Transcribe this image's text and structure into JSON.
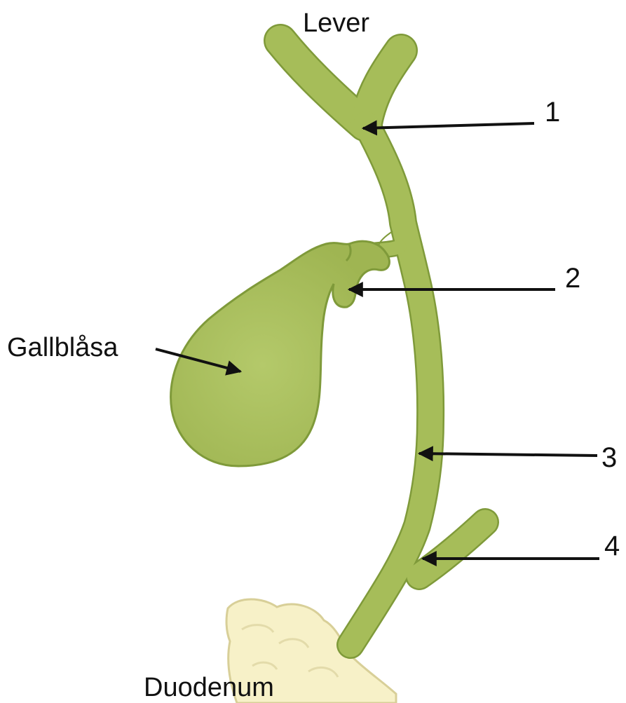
{
  "diagram": {
    "colors": {
      "duct_fill": "#a6bd59",
      "duct_outline": "#7f9a3a",
      "duodenum_fill": "#f7f1c8",
      "duodenum_outline": "#d8cf98",
      "arrow": "#111111",
      "text": "#111111"
    },
    "labels": {
      "liver": "Lever",
      "gallbladder": "Gallblåsa",
      "duodenum": "Duodenum"
    },
    "markers": {
      "m1": "1",
      "m2": "2",
      "m3": "3",
      "m4": "4"
    }
  }
}
